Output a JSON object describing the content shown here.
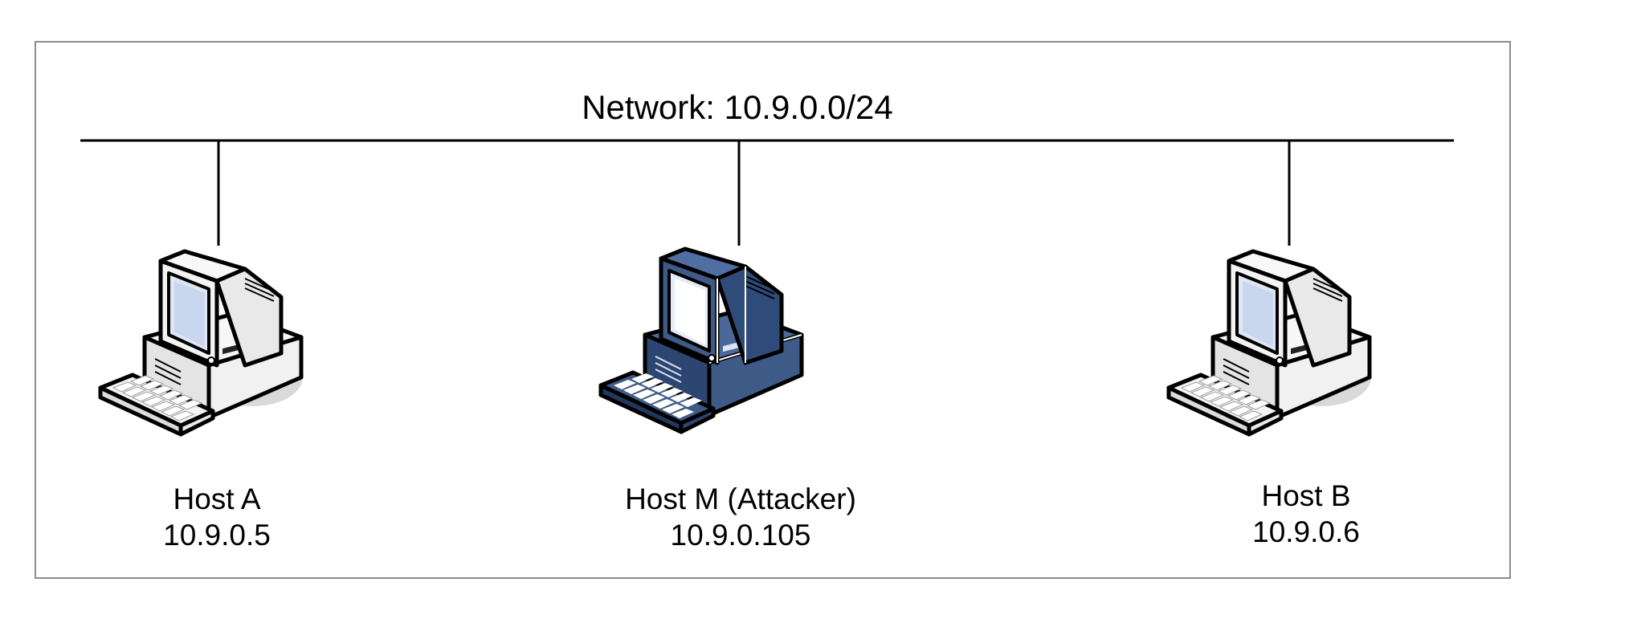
{
  "network": {
    "label": "Network: 10.9.0.0/24"
  },
  "hosts": [
    {
      "name": "Host A",
      "ip": "10.9.0.5",
      "role": "normal",
      "icon": "desktop-computer-icon"
    },
    {
      "name": "Host M (Attacker)",
      "ip": "10.9.0.105",
      "role": "attacker",
      "icon": "desktop-computer-icon"
    },
    {
      "name": "Host B",
      "ip": "10.9.0.6",
      "role": "normal",
      "icon": "desktop-computer-icon"
    }
  ],
  "colors": {
    "frame": "#8c8c8c",
    "line": "#000000",
    "normal_fill": "#f1f1f1",
    "normal_shade": "#d2d2d2",
    "attacker_fill": "#3e5a86",
    "attacker_shade": "#2b416a",
    "screen_fill": "#e5ecf8",
    "shadow": "#d9d9d9"
  }
}
